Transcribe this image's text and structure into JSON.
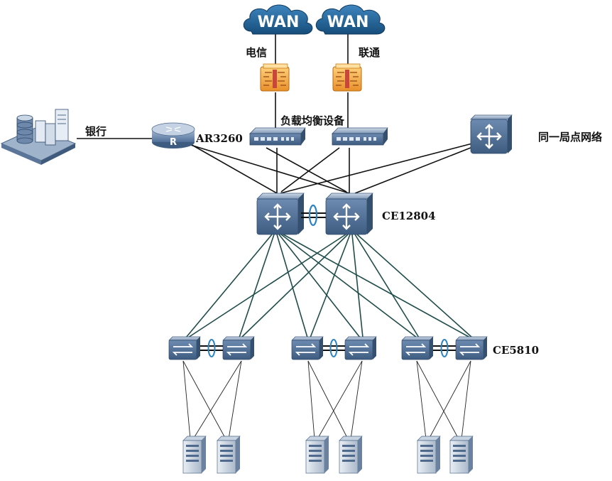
{
  "labels": {
    "wan_left": "WAN",
    "wan_right": "WAN",
    "telecom": "电信",
    "unicom": "联通",
    "load_balancer": "负载均衡设备",
    "bank": "银行",
    "router_model": "AR3260",
    "same_site": "同一局点网络",
    "core_switch_model": "CE12804",
    "access_switch_model": "CE5810"
  },
  "colors": {
    "core_links": "#1f4d4a",
    "access_links": "#333333",
    "device_blue": "#4d6f96",
    "firewall_orange": "#f2a53a",
    "cloud_blue": "#1f5f92",
    "stack_ring": "#2a83c4"
  }
}
